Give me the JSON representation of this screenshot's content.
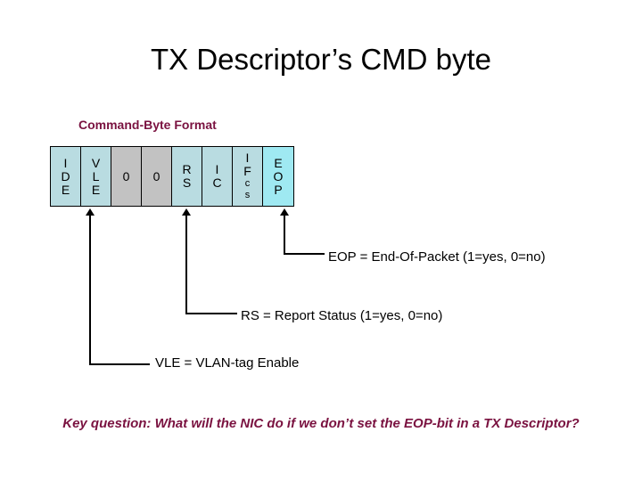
{
  "slide": {
    "title": "TX Descriptor’s CMD byte",
    "caption": "Command-Byte Format",
    "key_question": "Key question: What will the NIC do if we don’t set the EOP-bit in a TX Descriptor?"
  },
  "colors": {
    "accent_maroon": "#7a1240",
    "cell_cyan": "#b9dce1",
    "cell_cyan_highlight": "#9fe9f2",
    "cell_gray": "#c2c2c2",
    "border": "#000000",
    "text": "#000000"
  },
  "cmd_byte": {
    "bit_order_left_to_right": true,
    "cells": [
      {
        "id": "ide",
        "lines": [
          "I",
          "D",
          "E"
        ],
        "small_lines": [],
        "fill": "cyan"
      },
      {
        "id": "vle",
        "lines": [
          "V",
          "L",
          "E"
        ],
        "small_lines": [],
        "fill": "cyan"
      },
      {
        "id": "rsv1",
        "lines": [
          "0"
        ],
        "small_lines": [],
        "fill": "gray"
      },
      {
        "id": "rsv0",
        "lines": [
          "0"
        ],
        "small_lines": [],
        "fill": "gray"
      },
      {
        "id": "rs",
        "lines": [
          "R",
          "S"
        ],
        "small_lines": [],
        "fill": "cyan"
      },
      {
        "id": "ic",
        "lines": [
          "I",
          "C"
        ],
        "small_lines": [],
        "fill": "cyan"
      },
      {
        "id": "ifcs",
        "lines": [
          "I",
          "F"
        ],
        "small_lines": [
          "c",
          "s"
        ],
        "fill": "cyan"
      },
      {
        "id": "eop",
        "lines": [
          "E",
          "O",
          "P"
        ],
        "small_lines": [],
        "fill": "cyan-highlight"
      }
    ]
  },
  "annotations": [
    {
      "id": "eop",
      "text": "EOP = End-Of-Packet (1=yes, 0=no)",
      "points_to": "eop"
    },
    {
      "id": "rs",
      "text": "RS = Report Status (1=yes, 0=no)",
      "points_to": "rs"
    },
    {
      "id": "vle",
      "text": "VLE = VLAN-tag Enable",
      "points_to": "vle"
    }
  ]
}
